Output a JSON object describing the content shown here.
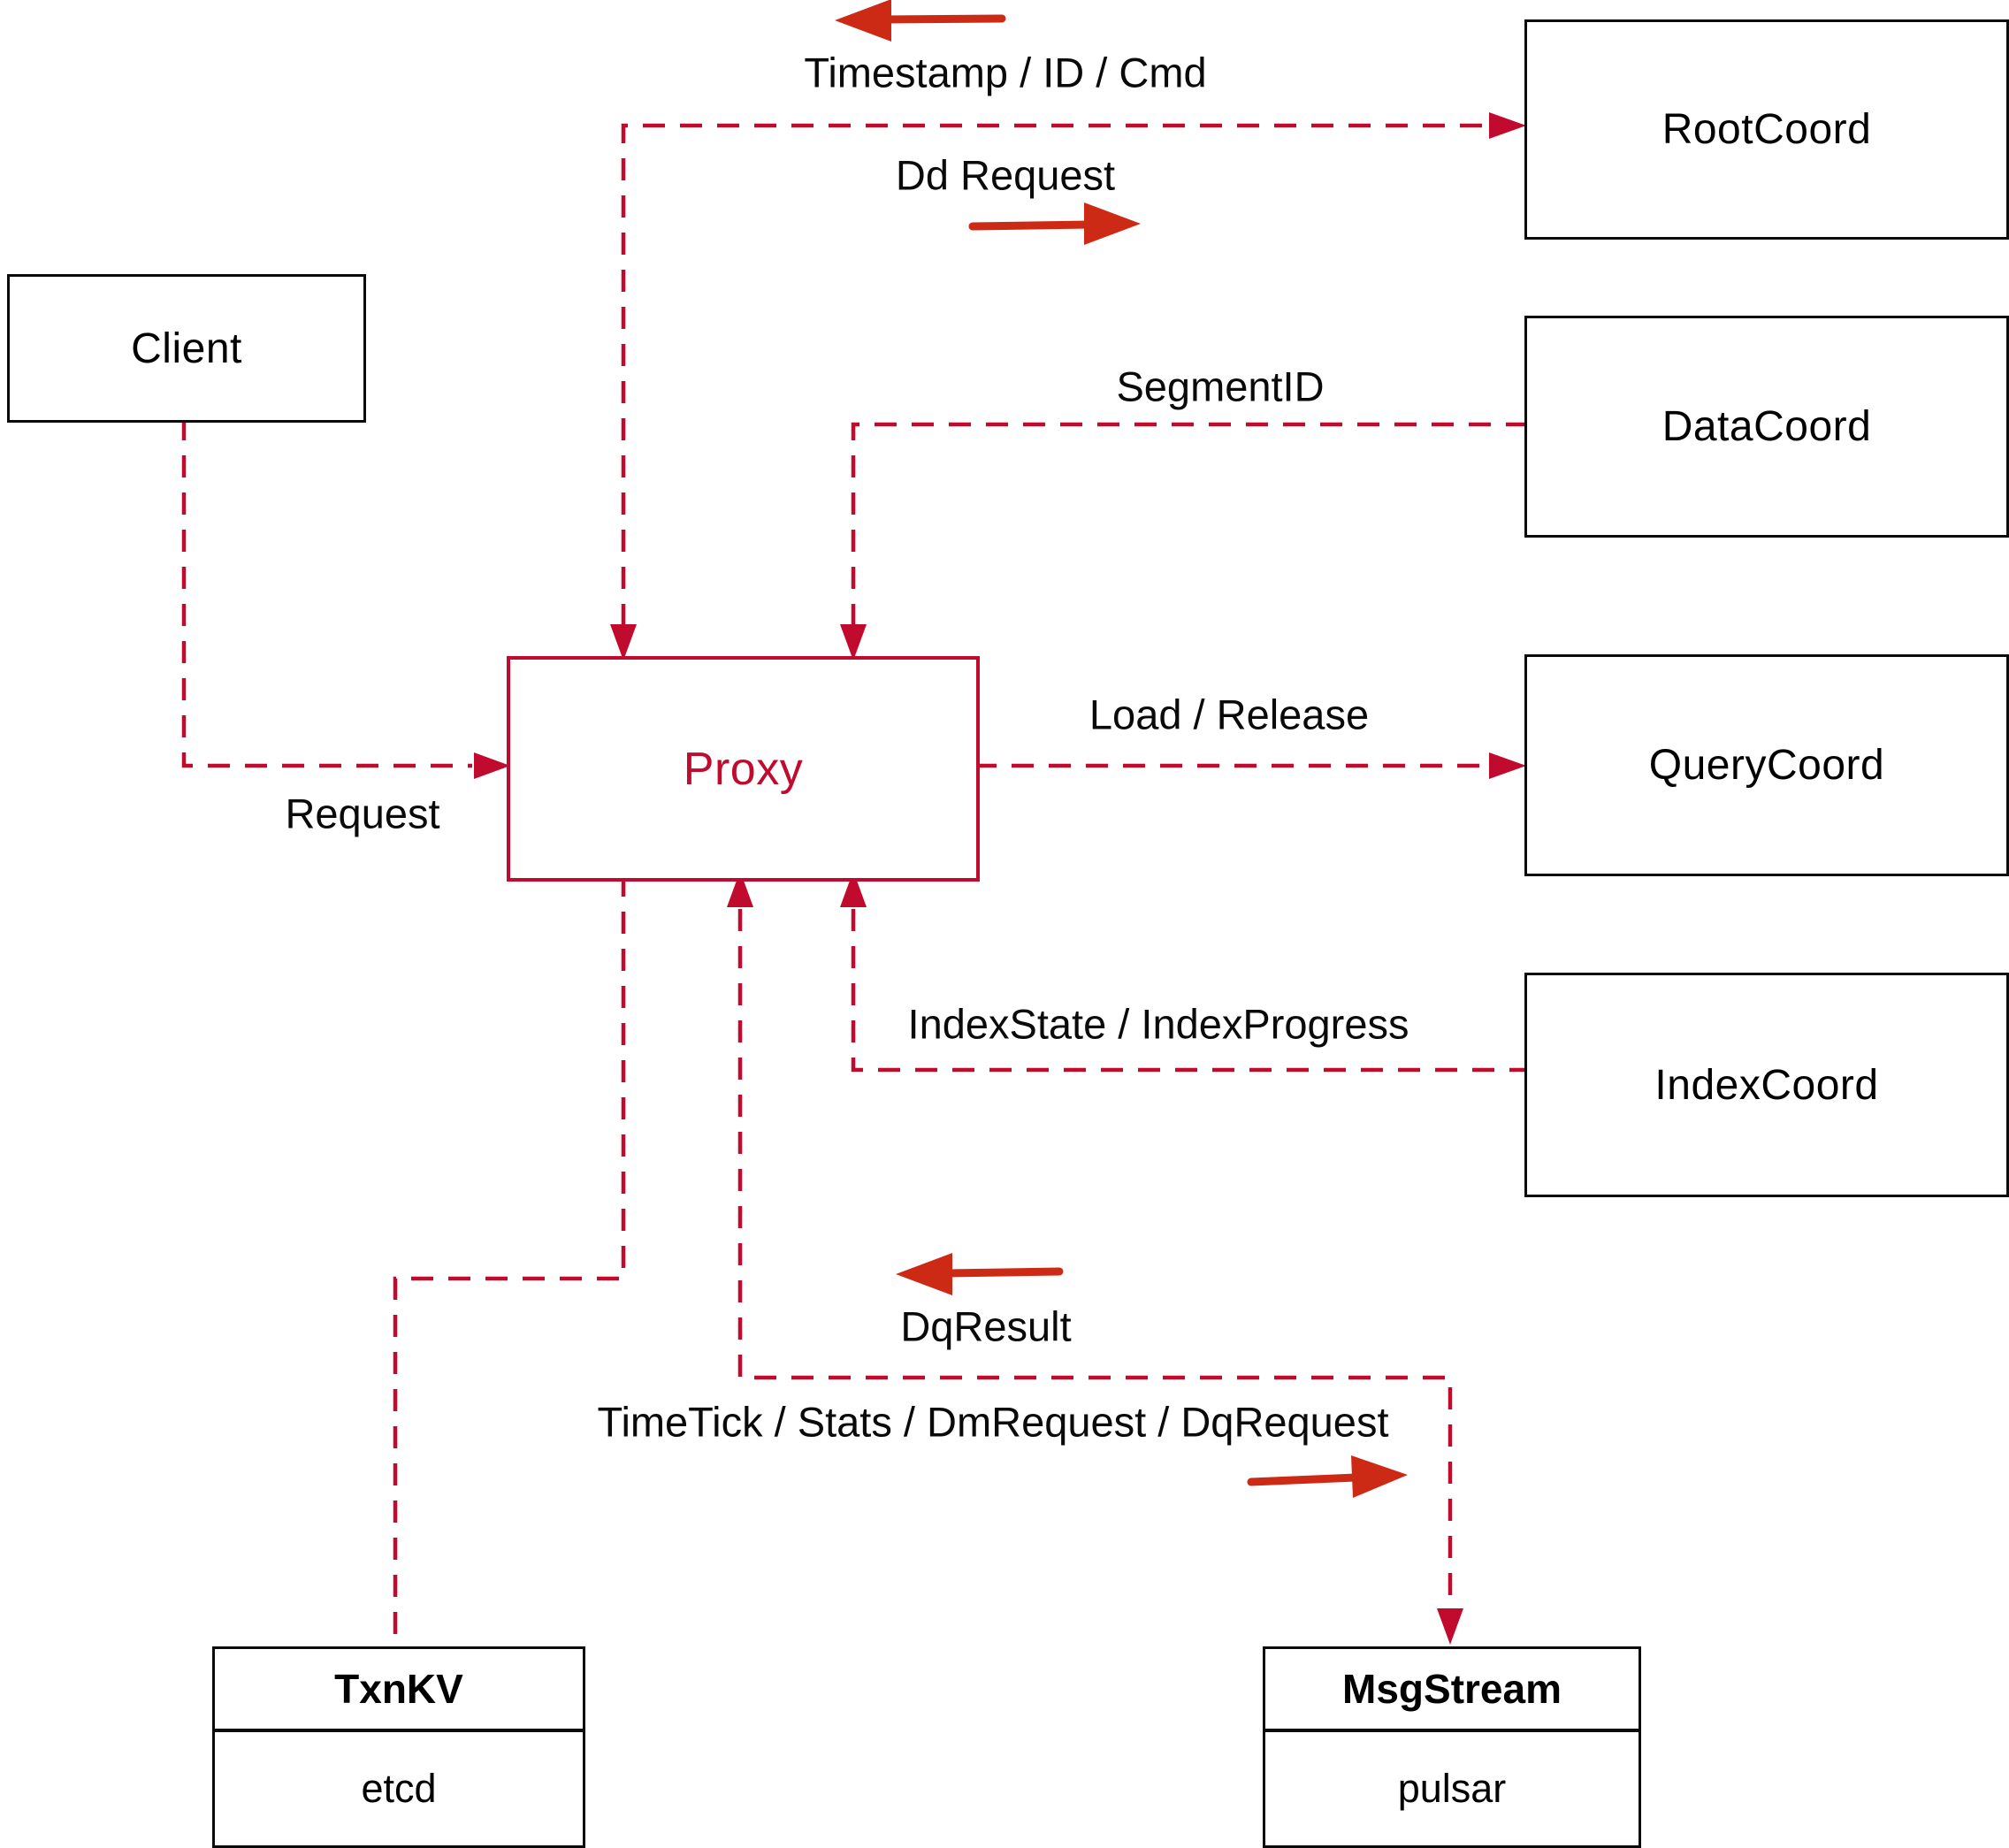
{
  "diagram": {
    "nodes": {
      "client": {
        "label": "Client"
      },
      "proxy": {
        "label": "Proxy"
      },
      "root_coord": {
        "label": "RootCoord"
      },
      "data_coord": {
        "label": "DataCoord"
      },
      "query_coord": {
        "label": "QueryCoord"
      },
      "index_coord": {
        "label": "IndexCoord"
      },
      "txn_kv": {
        "title": "TxnKV",
        "impl": "etcd"
      },
      "msg_stream": {
        "title": "MsgStream",
        "impl": "pulsar"
      }
    },
    "edge_labels": {
      "root_reply": "Timestamp / ID / Cmd",
      "root_request": "Dd Request",
      "data": "SegmentID",
      "query": "Load / Release",
      "index": "IndexState / IndexProgress",
      "client": "Request",
      "msg_reply": "DqResult",
      "msg_request": "TimeTick / Stats / DmRequest / DqRequest"
    },
    "colors": {
      "connector": "#c00a2e",
      "annotation_arrow": "#cd2a16",
      "box_border": "#0a0a0a",
      "label_text": "#0a0a0a"
    }
  }
}
